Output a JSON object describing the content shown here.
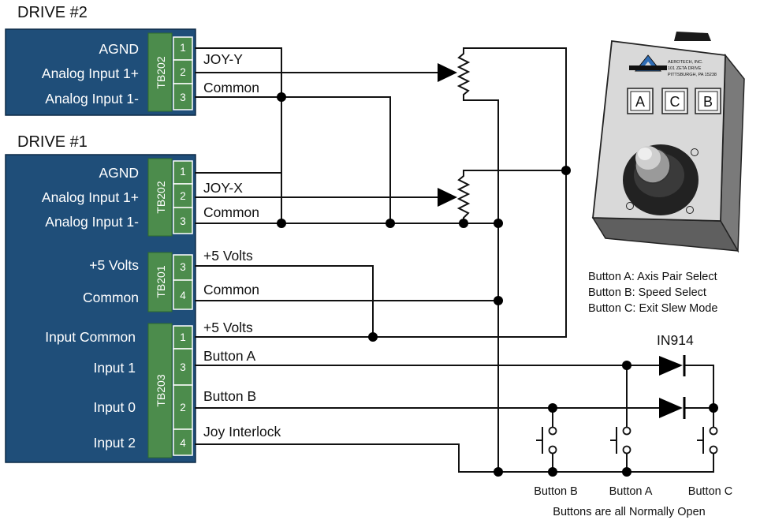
{
  "drive2": {
    "title": "DRIVE #2",
    "signals": [
      "AGND",
      "Analog Input 1+",
      "Analog Input 1-"
    ],
    "terminal": "TB202",
    "pins": [
      "1",
      "2",
      "3"
    ],
    "wires": [
      "JOY-Y",
      "Common"
    ]
  },
  "drive1": {
    "title": "DRIVE #1",
    "tb202": {
      "signals": [
        "AGND",
        "Analog Input 1+",
        "Analog Input 1-"
      ],
      "terminal": "TB202",
      "pins": [
        "1",
        "2",
        "3"
      ],
      "wires": [
        "JOY-X",
        "Common"
      ]
    },
    "tb201": {
      "signals": [
        "+5 Volts",
        "Common"
      ],
      "terminal": "TB201",
      "pins": [
        "3",
        "4"
      ],
      "wires": [
        "+5 Volts",
        "Common"
      ]
    },
    "tb203": {
      "signals": [
        "Input Common",
        "Input 1",
        "Input 0",
        "Input 2"
      ],
      "terminal": "TB203",
      "pins": [
        "1",
        "3",
        "2",
        "4"
      ],
      "wires": [
        "+5 Volts",
        "Button A",
        "Button B",
        "Joy Interlock"
      ]
    }
  },
  "joystick": {
    "brand_text": [
      "AEROTECH, INC.",
      "101 ZETA DRIVE",
      "PITTSBURGH, PA 15238"
    ],
    "buttons": [
      "A",
      "C",
      "B"
    ]
  },
  "legend": [
    "Button A: Axis Pair Select",
    "Button B: Speed Select",
    "Button C: Exit Slew Mode"
  ],
  "diode_label": "IN914",
  "switch_labels": [
    "Button B",
    "Button A",
    "Button C"
  ],
  "footer_note": "Buttons are all Normally Open",
  "colors": {
    "drive_block": "#1f4e79",
    "terminal_block": "#4c8c4c",
    "wire": "#111111",
    "joystick_body": "#d9d9d9"
  }
}
